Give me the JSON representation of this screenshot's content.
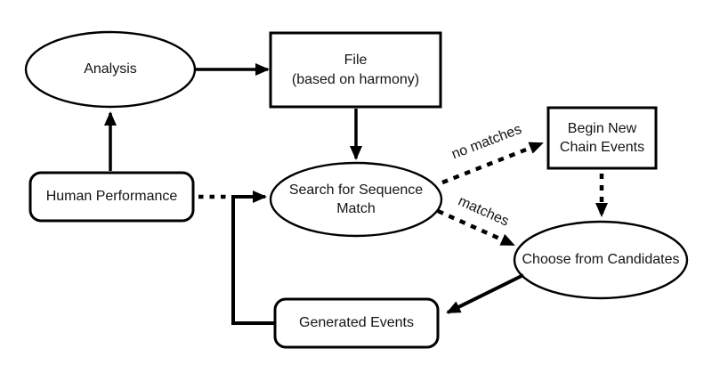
{
  "diagram": {
    "nodes": {
      "analysis": {
        "label": "Analysis",
        "shape": "ellipse"
      },
      "file": {
        "label": "File\n(based on harmony)",
        "shape": "rectangle"
      },
      "human_performance": {
        "label": "Human Performance",
        "shape": "rounded-rectangle"
      },
      "search_for_sequence_match": {
        "label": "Search for Sequence\nMatch",
        "shape": "ellipse"
      },
      "begin_new_chain_events": {
        "label": "Begin New\nChain Events",
        "shape": "rectangle"
      },
      "choose_from_candidates": {
        "label": "Choose from Candidates",
        "shape": "ellipse"
      },
      "generated_events": {
        "label": "Generated Events",
        "shape": "rounded-rectangle"
      }
    },
    "edge_labels": {
      "no_matches": "no matches",
      "matches": "matches"
    },
    "edges": [
      {
        "from": "human_performance",
        "to": "analysis",
        "style": "solid"
      },
      {
        "from": "analysis",
        "to": "file",
        "style": "solid"
      },
      {
        "from": "file",
        "to": "search_for_sequence_match",
        "style": "solid"
      },
      {
        "from": "human_performance",
        "to": "search_for_sequence_match",
        "style": "dashed"
      },
      {
        "from": "search_for_sequence_match",
        "to": "begin_new_chain_events",
        "style": "dashed",
        "label": "no matches"
      },
      {
        "from": "search_for_sequence_match",
        "to": "choose_from_candidates",
        "style": "dashed",
        "label": "matches"
      },
      {
        "from": "begin_new_chain_events",
        "to": "choose_from_candidates",
        "style": "dashed"
      },
      {
        "from": "choose_from_candidates",
        "to": "generated_events",
        "style": "solid"
      },
      {
        "from": "generated_events",
        "to": "search_for_sequence_match",
        "style": "solid"
      }
    ],
    "colors": {
      "stroke": "#000000",
      "background": "#ffffff"
    }
  }
}
